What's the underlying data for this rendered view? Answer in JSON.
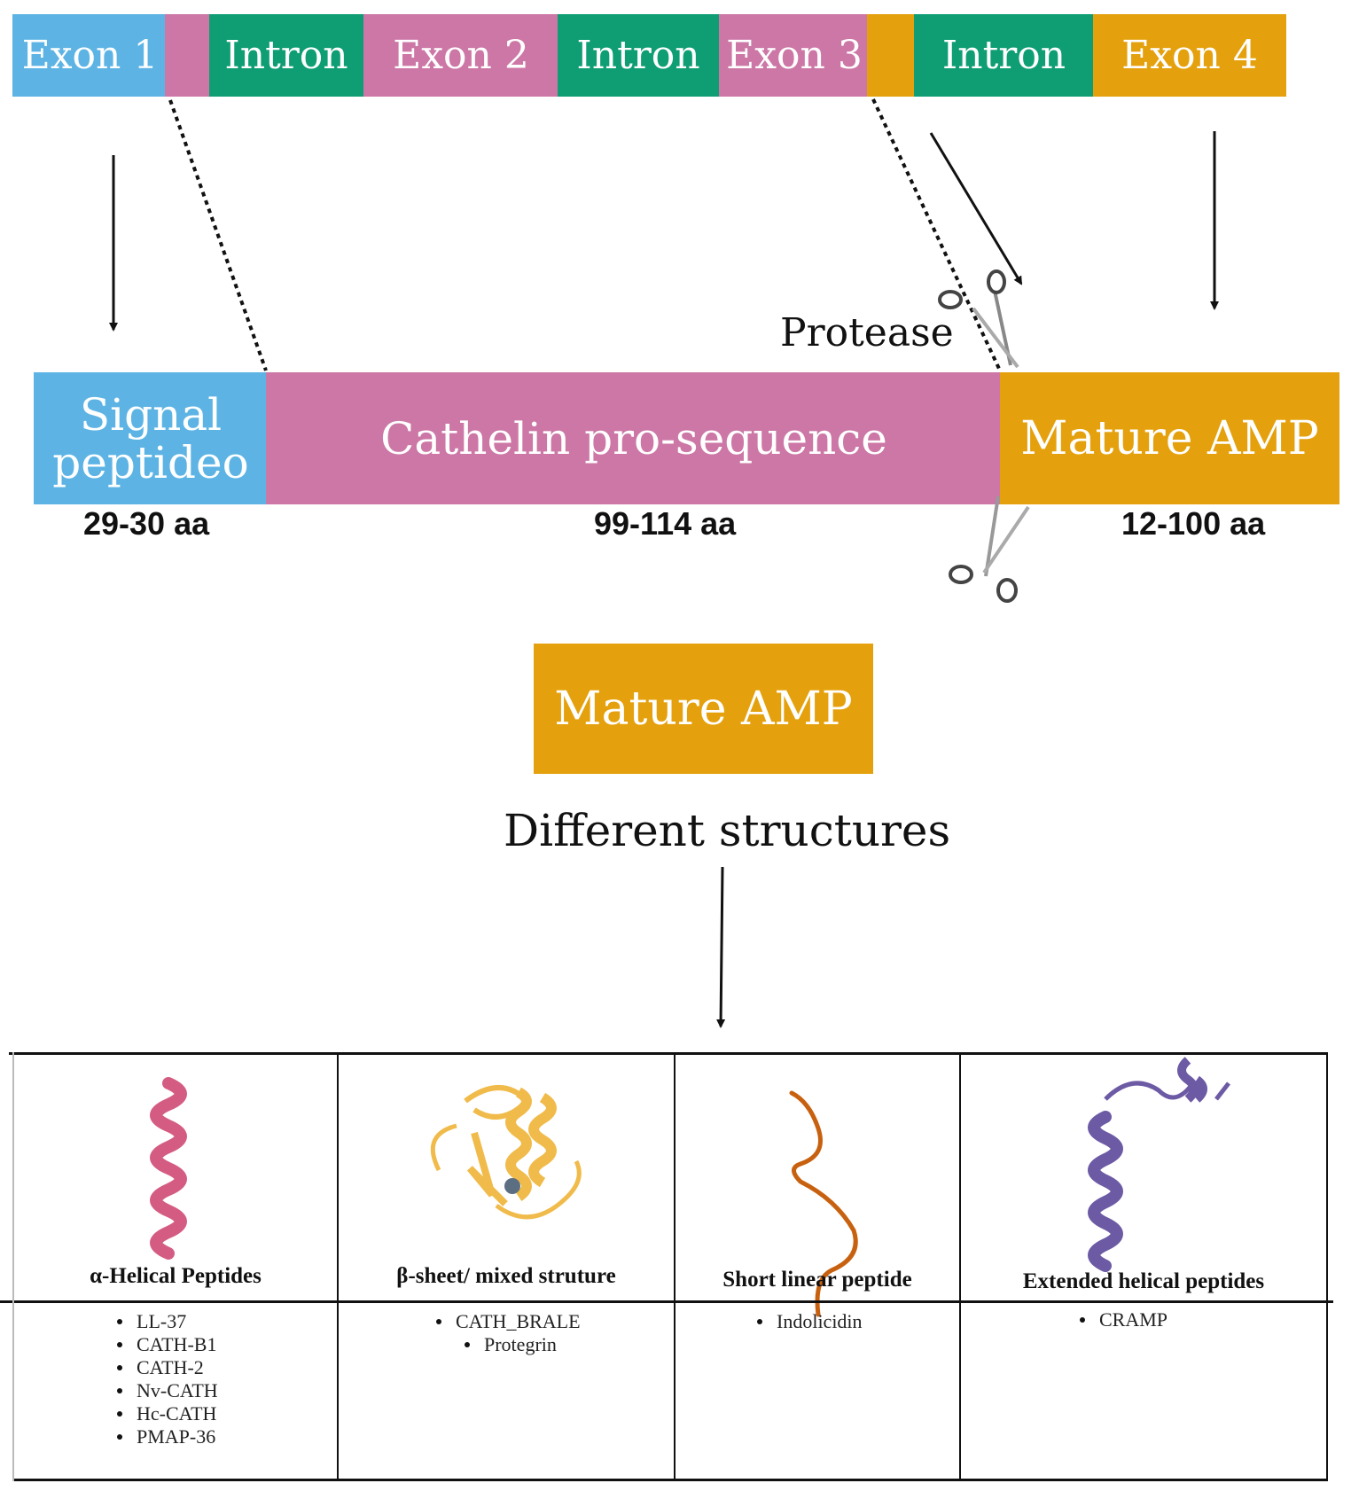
{
  "gene": {
    "segments": [
      {
        "label": "Exon 1"
      },
      {
        "label": ""
      },
      {
        "label": "Intron"
      },
      {
        "label": "Exon 2"
      },
      {
        "label": "Intron"
      },
      {
        "label": "Exon 3"
      },
      {
        "label": ""
      },
      {
        "label": "Intron"
      },
      {
        "label": "Exon 4"
      }
    ]
  },
  "protease_label": "Protease",
  "propeptide": {
    "signal": {
      "line1": "Signal",
      "line2": "peptideo",
      "length": "29-30 aa"
    },
    "cathelin": {
      "label": "Cathelin pro-sequence",
      "length": "99-114 aa"
    },
    "mature": {
      "label": "Mature AMP",
      "length": "12-100 aa"
    }
  },
  "mature_box": {
    "label": "Mature AMP"
  },
  "structures_label": "Different structures",
  "table": {
    "columns": [
      {
        "title": "α-Helical Peptides",
        "examples": [
          "LL-37",
          "CATH-B1",
          "CATH-2",
          "Nv-CATH",
          "Hc-CATH",
          "PMAP-36"
        ],
        "color": "#d45c82"
      },
      {
        "title": "β-sheet/ mixed struture",
        "examples": [
          "CATH_BRALE",
          "Protegrin"
        ],
        "color": "#f0bb4a"
      },
      {
        "title": "Short linear peptide",
        "examples": [
          "Indolicidin"
        ],
        "color": "#c8610f"
      },
      {
        "title": "Extended  helical peptides",
        "examples": [
          "CRAMP"
        ],
        "color": "#6c5aa4"
      }
    ]
  }
}
